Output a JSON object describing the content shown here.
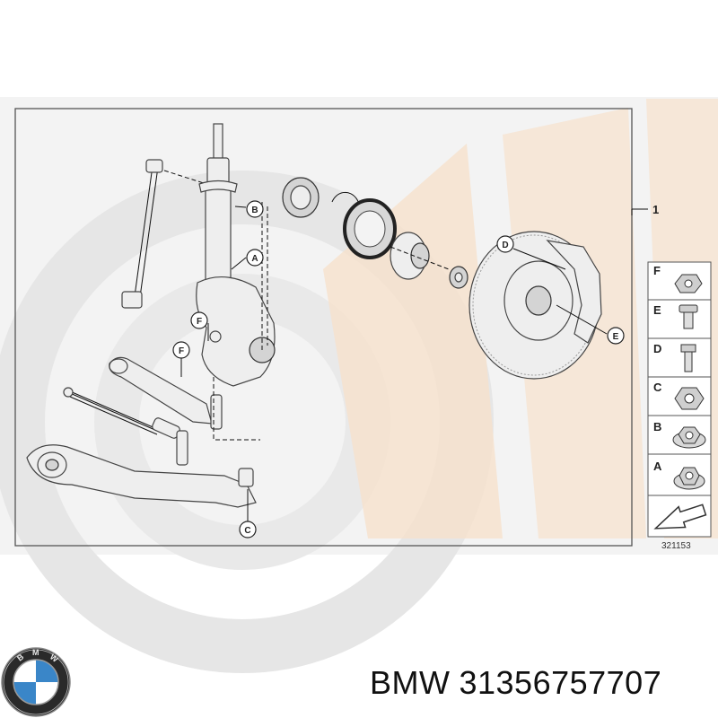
{
  "diagram": {
    "main_callout": "1",
    "callouts": {
      "a": "A",
      "b": "B",
      "c": "C",
      "d": "D",
      "e": "E",
      "f1": "F",
      "f2": "F"
    },
    "legend": [
      {
        "label": "F",
        "icon": "hex-flange-nut-icon"
      },
      {
        "label": "E",
        "icon": "collar-bolt-icon"
      },
      {
        "label": "D",
        "icon": "hex-bolt-icon"
      },
      {
        "label": "C",
        "icon": "self-locking-nut-icon"
      },
      {
        "label": "B",
        "icon": "flange-nut-icon"
      },
      {
        "label": "A",
        "icon": "flange-nut-icon"
      }
    ],
    "diagram_number": "321153"
  },
  "caption": {
    "brand": "BMW",
    "part_number": "31356757707"
  },
  "colors": {
    "watermark_orange": "#f6e1cc",
    "watermark_grey": "#ececec",
    "frame": "#555555"
  }
}
